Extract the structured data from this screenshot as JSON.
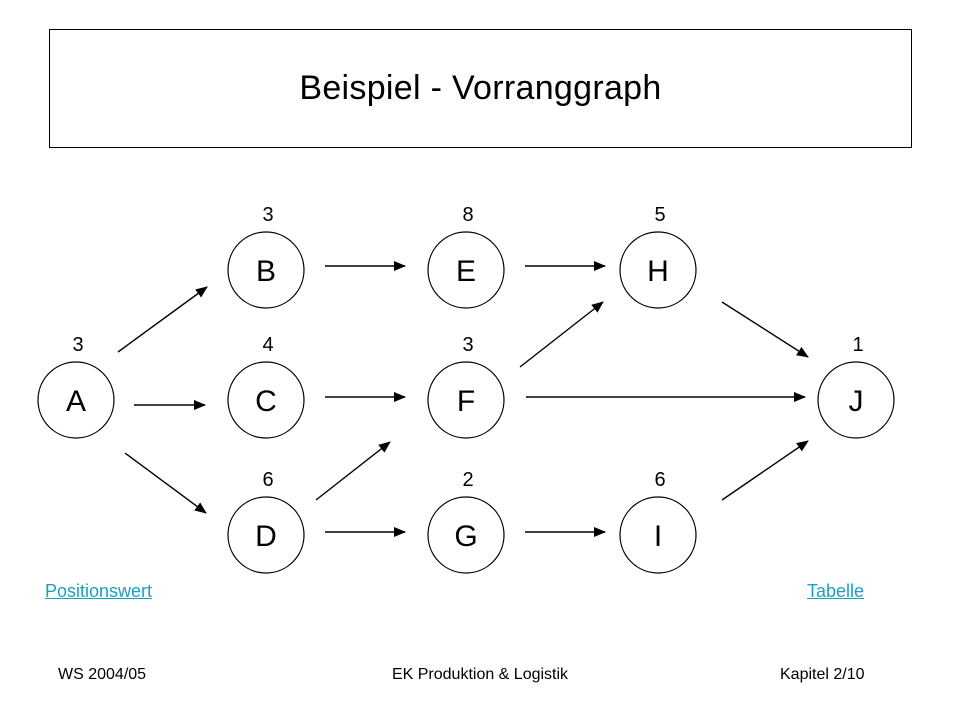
{
  "slide": {
    "title": "Beispiel - Vorranggraph"
  },
  "graph": {
    "nodes": [
      {
        "id": "A",
        "label": "A",
        "weight": "3"
      },
      {
        "id": "B",
        "label": "B",
        "weight": "3"
      },
      {
        "id": "C",
        "label": "C",
        "weight": "4"
      },
      {
        "id": "D",
        "label": "D",
        "weight": "6"
      },
      {
        "id": "E",
        "label": "E",
        "weight": "8"
      },
      {
        "id": "F",
        "label": "F",
        "weight": "3"
      },
      {
        "id": "G",
        "label": "G",
        "weight": "2"
      },
      {
        "id": "H",
        "label": "H",
        "weight": "5"
      },
      {
        "id": "I",
        "label": "I",
        "weight": "6"
      },
      {
        "id": "J",
        "label": "J",
        "weight": "1"
      }
    ],
    "edges": [
      {
        "from": "A",
        "to": "B"
      },
      {
        "from": "A",
        "to": "C"
      },
      {
        "from": "A",
        "to": "D"
      },
      {
        "from": "B",
        "to": "E"
      },
      {
        "from": "E",
        "to": "H"
      },
      {
        "from": "C",
        "to": "F"
      },
      {
        "from": "D",
        "to": "F"
      },
      {
        "from": "D",
        "to": "G"
      },
      {
        "from": "G",
        "to": "I"
      },
      {
        "from": "F",
        "to": "H"
      },
      {
        "from": "F",
        "to": "J"
      },
      {
        "from": "H",
        "to": "J"
      },
      {
        "from": "I",
        "to": "J"
      }
    ]
  },
  "links": {
    "positionswert": "Positionswert",
    "tabelle": "Tabelle"
  },
  "footer": {
    "left": "WS 2004/05",
    "center": "EK Produktion & Logistik",
    "right": "Kapitel 2/10"
  }
}
